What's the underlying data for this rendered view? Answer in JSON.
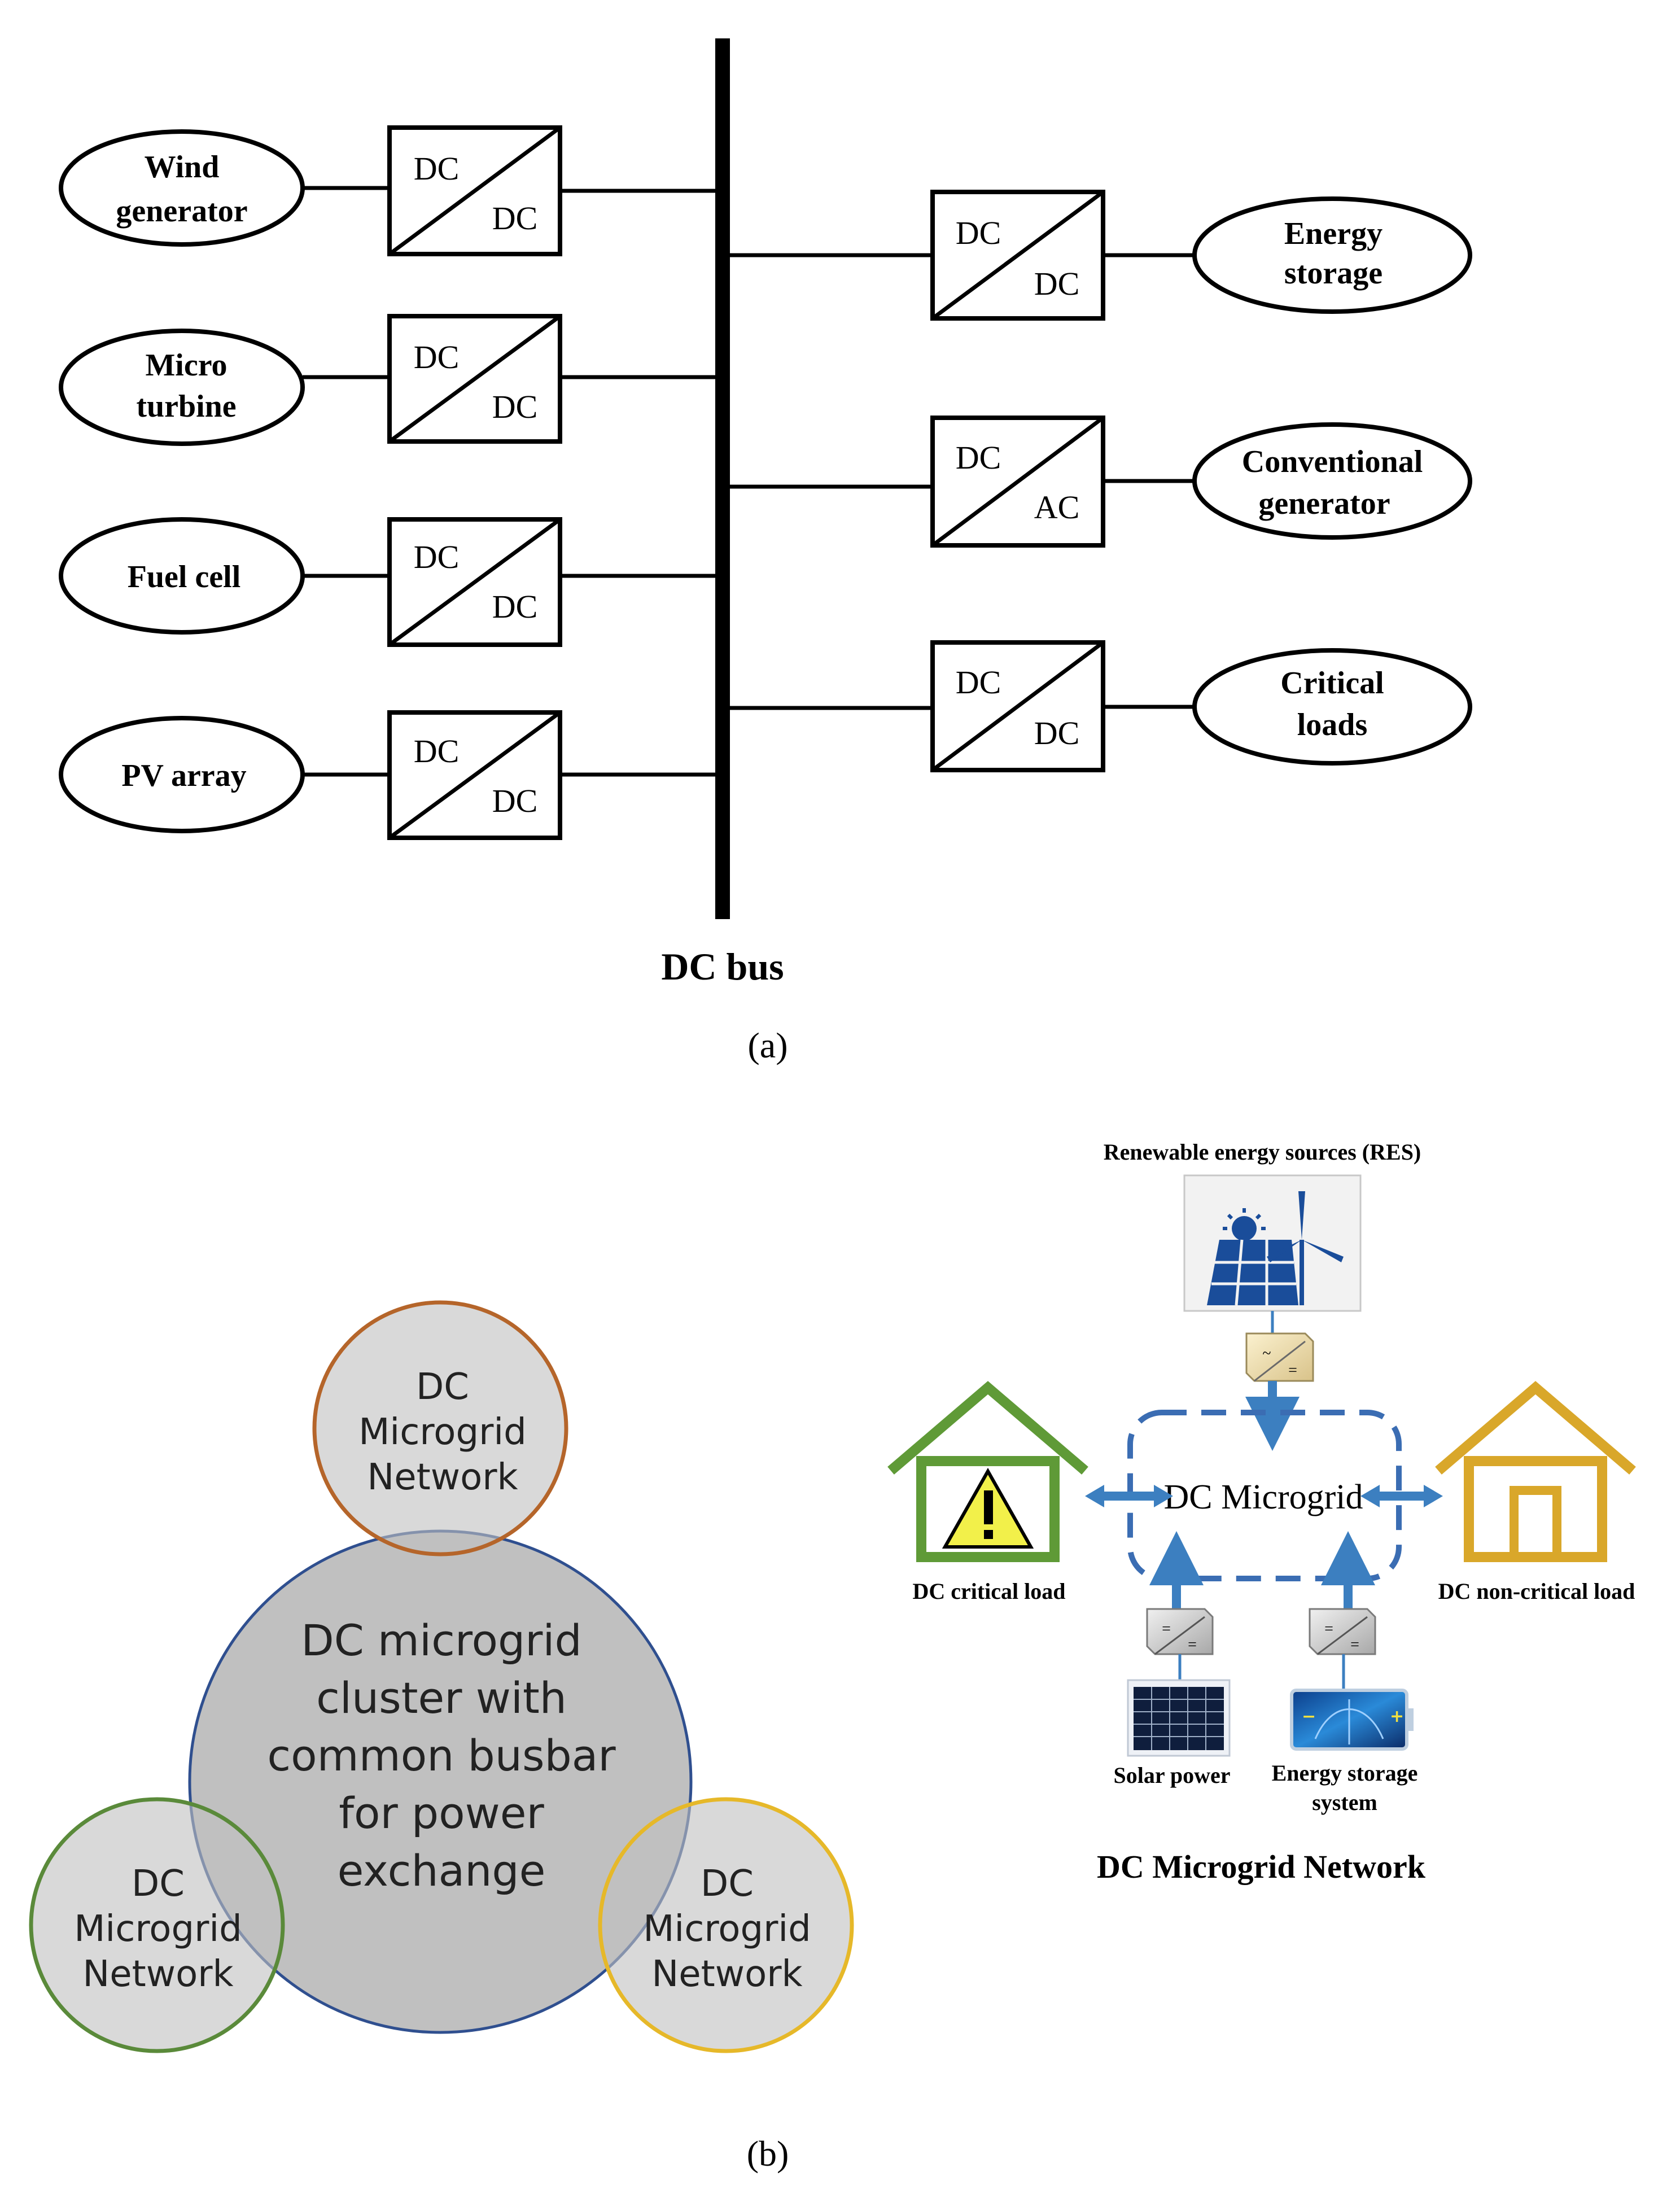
{
  "panel_a": {
    "caption": "(a)",
    "bus_label": "DC bus",
    "left_sources": [
      {
        "line1": "Wind",
        "line2": "generator",
        "conv_top": "DC",
        "conv_bottom": "DC"
      },
      {
        "line1": "Micro",
        "line2": "turbine",
        "conv_top": "DC",
        "conv_bottom": "DC"
      },
      {
        "line1": "Fuel cell",
        "line2": "",
        "conv_top": "DC",
        "conv_bottom": "DC"
      },
      {
        "line1": "PV array",
        "line2": "",
        "conv_top": "DC",
        "conv_bottom": "DC"
      }
    ],
    "right_units": [
      {
        "line1": "Energy",
        "line2": "storage",
        "conv_top": "DC",
        "conv_bottom": "DC"
      },
      {
        "line1": "Conventional",
        "line2": "generator",
        "conv_top": "DC",
        "conv_bottom": "AC"
      },
      {
        "line1": "Critical",
        "line2": "loads",
        "conv_top": "DC",
        "conv_bottom": "DC"
      }
    ]
  },
  "panel_b": {
    "caption": "(b)",
    "cluster": {
      "center_lines": [
        "DC microgrid",
        "cluster with",
        "common busbar",
        "for power",
        "exchange"
      ],
      "top_lines": [
        "DC",
        "Microgrid",
        "Network"
      ],
      "left_lines": [
        "DC",
        "Microgrid",
        "Network"
      ],
      "right_lines": [
        "DC",
        "Microgrid",
        "Network"
      ],
      "colors": {
        "fill": "#c0c0c0",
        "center_stroke": "#2f4f8f",
        "top_stroke": "#b5652a",
        "left_stroke": "#5a8a3a",
        "right_stroke": "#e6b829"
      }
    },
    "network": {
      "res_label": "Renewable energy sources (RES)",
      "center_label": "DC Microgrid",
      "critical_load_label": "DC critical load",
      "noncritical_load_label": "DC non-critical load",
      "solar_label": "Solar power",
      "storage_label_line1": "Energy storage",
      "storage_label_line2": "system",
      "title": "DC Microgrid Network",
      "inverter_symbol_top": "~",
      "inverter_symbol_bottom": "=",
      "dcdc_symbol_top": "=",
      "dcdc_symbol_bottom": "=",
      "icons": [
        "solar-wind-icon",
        "warning-icon",
        "house-icon",
        "solar-panel-icon",
        "battery-icon"
      ],
      "colors": {
        "arrow": "#3c7fc0",
        "dashed": "#3b6db3",
        "critical_house": "#5f9a37",
        "noncritical_house": "#d9a72a",
        "warning": "#f2f04a"
      }
    }
  }
}
